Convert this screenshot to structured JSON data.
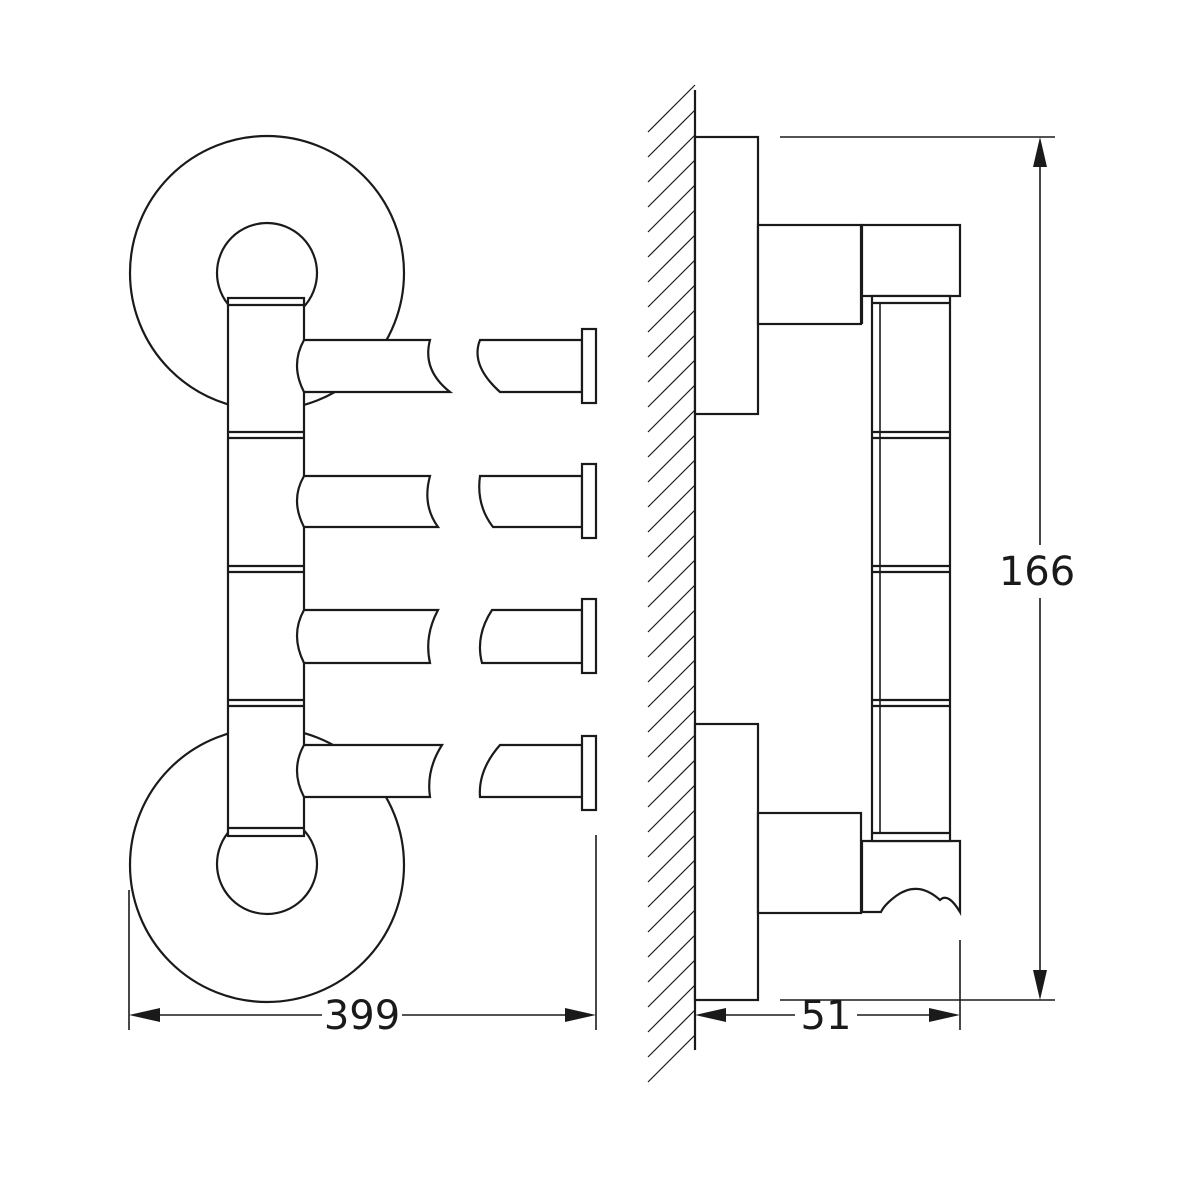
{
  "dimensions": {
    "width": "399",
    "depth": "51",
    "height": "166"
  }
}
